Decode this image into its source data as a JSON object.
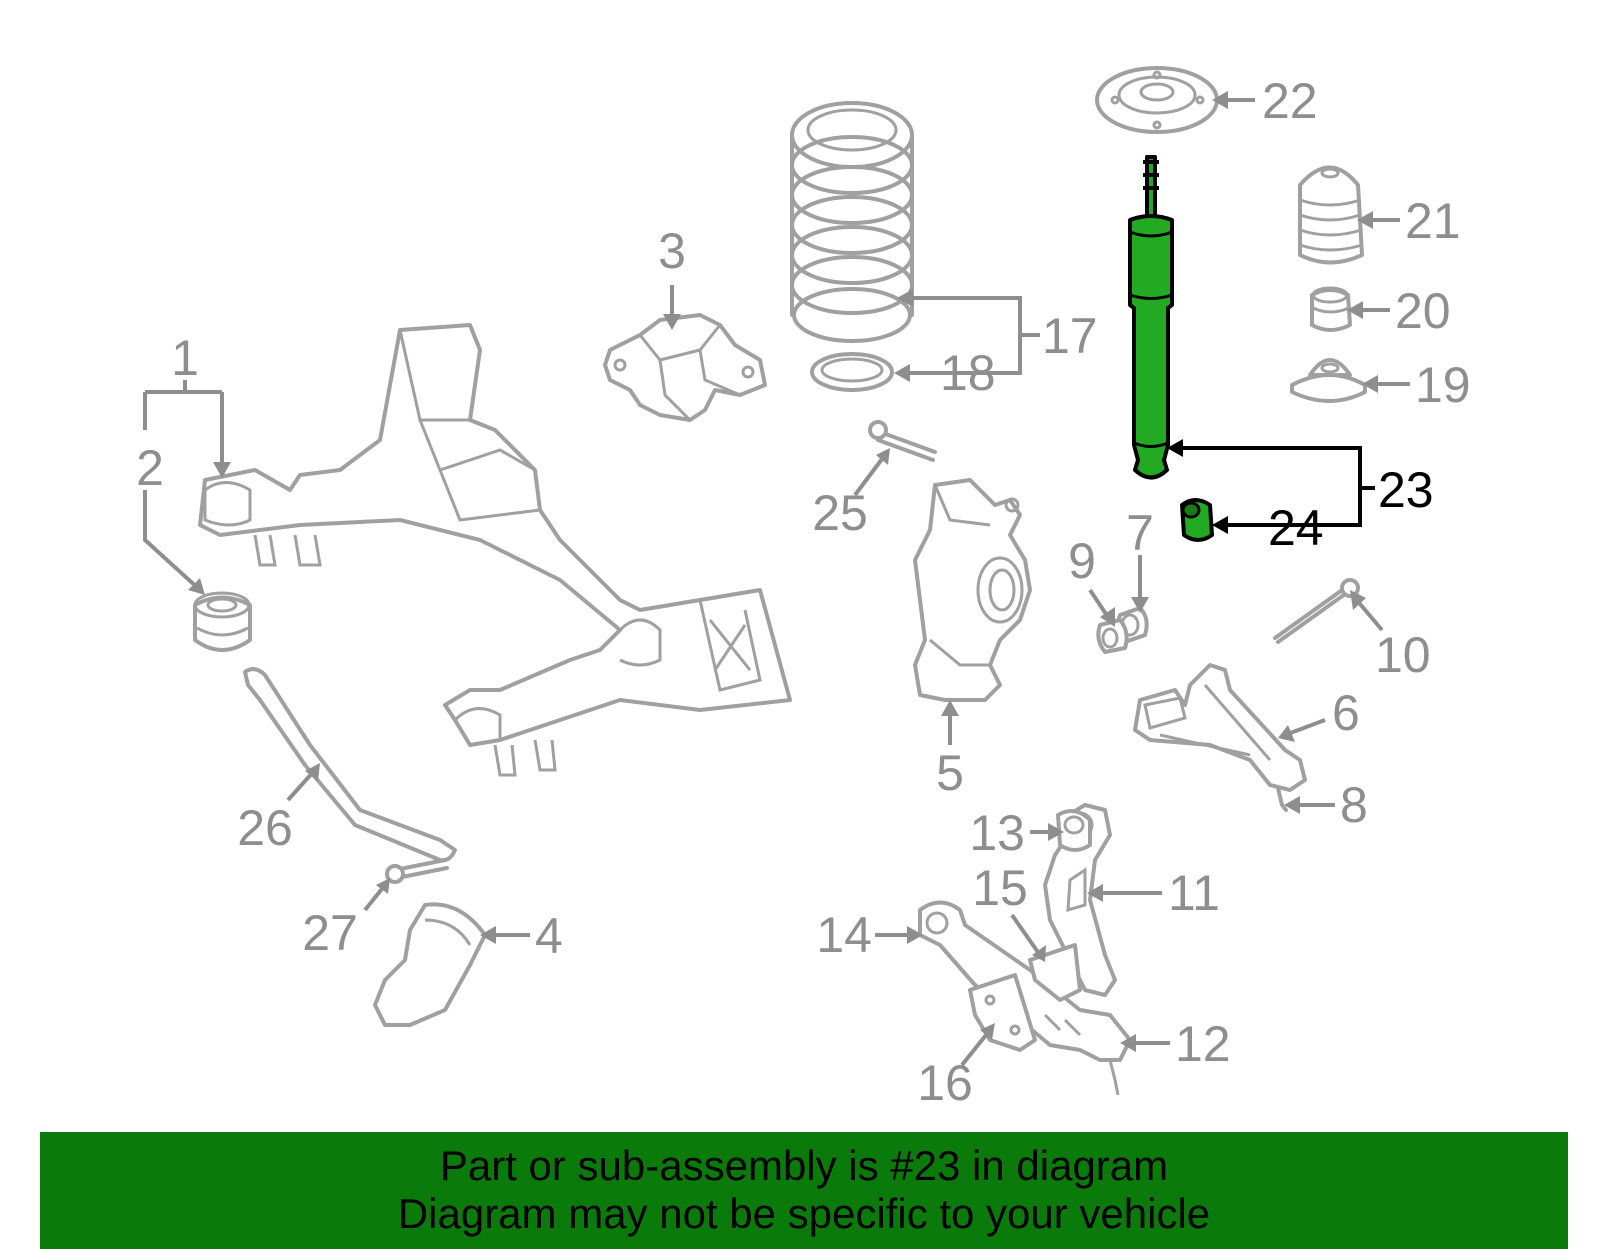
{
  "callouts": {
    "c1": "1",
    "c2": "2",
    "c3": "3",
    "c4": "4",
    "c5": "5",
    "c6": "6",
    "c7": "7",
    "c8": "8",
    "c9": "9",
    "c10": "10",
    "c11": "11",
    "c12": "12",
    "c13": "13",
    "c14": "14",
    "c15": "15",
    "c16": "16",
    "c17": "17",
    "c18": "18",
    "c19": "19",
    "c20": "20",
    "c21": "21",
    "c22": "22",
    "c23": "23",
    "c24": "24",
    "c25": "25",
    "c26": "26",
    "c27": "27"
  },
  "highlighted_callouts": [
    "23",
    "24"
  ],
  "colors": {
    "highlight_part": "#22aa22",
    "caption_background": "#0a7a0a",
    "part_line": "#a0a0a0",
    "callout_text": "#8e8e8e",
    "highlight_text": "#000000"
  },
  "caption": {
    "line1": "Part or sub-assembly is #23 in diagram",
    "line2": "Diagram may not be specific to your vehicle"
  }
}
